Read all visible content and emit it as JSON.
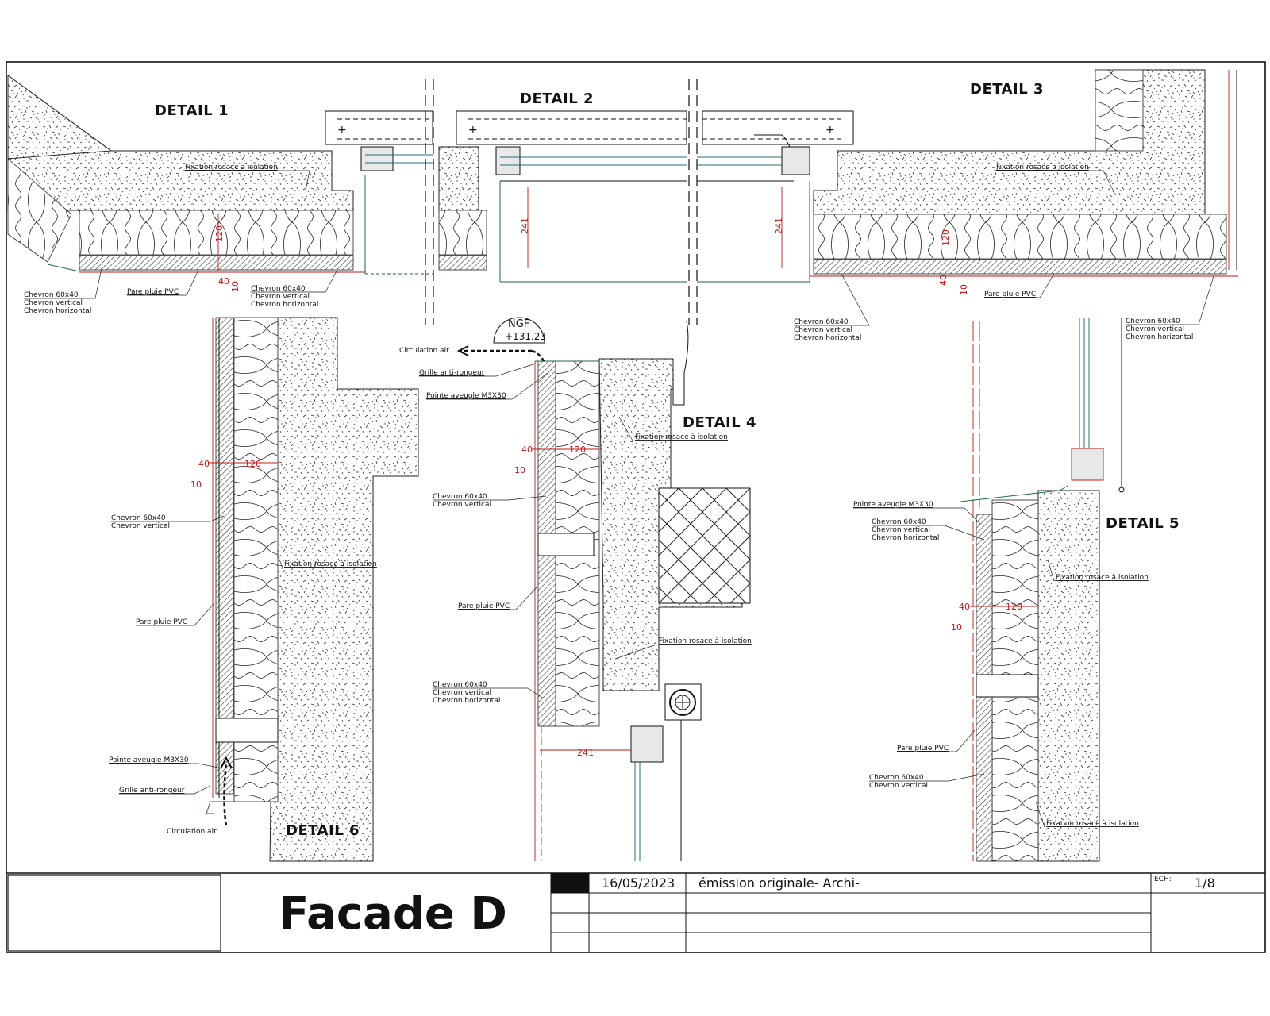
{
  "sheet": {
    "detail_titles": [
      "DETAIL 1",
      "DETAIL 2",
      "DETAIL 3",
      "DETAIL 4",
      "DETAIL 5",
      "DETAIL 6"
    ],
    "ngf": {
      "label": "NGF",
      "value": "+131.23"
    }
  },
  "labels": {
    "fixation": "Fixation rosace à isolation",
    "chevron_60x40": "Chevron 60x40",
    "chevron_vertical": "Chevron vertical",
    "chevron_horizontal": "Chevron horizontal",
    "pare_pluie": "Pare pluie PVC",
    "pointe": "Pointe aveugle M3X30",
    "grille": "Grille anti-rongeur",
    "circulation": "Circulation air"
  },
  "dimensions": {
    "d40": "40",
    "d10": "10",
    "d120": "120",
    "d241": "241"
  },
  "title_block": {
    "title": "Facade D",
    "date": "16/05/2023",
    "revision": "émission originale- Archi-",
    "scale_label": "ECH:",
    "scale_value": "1/8"
  }
}
